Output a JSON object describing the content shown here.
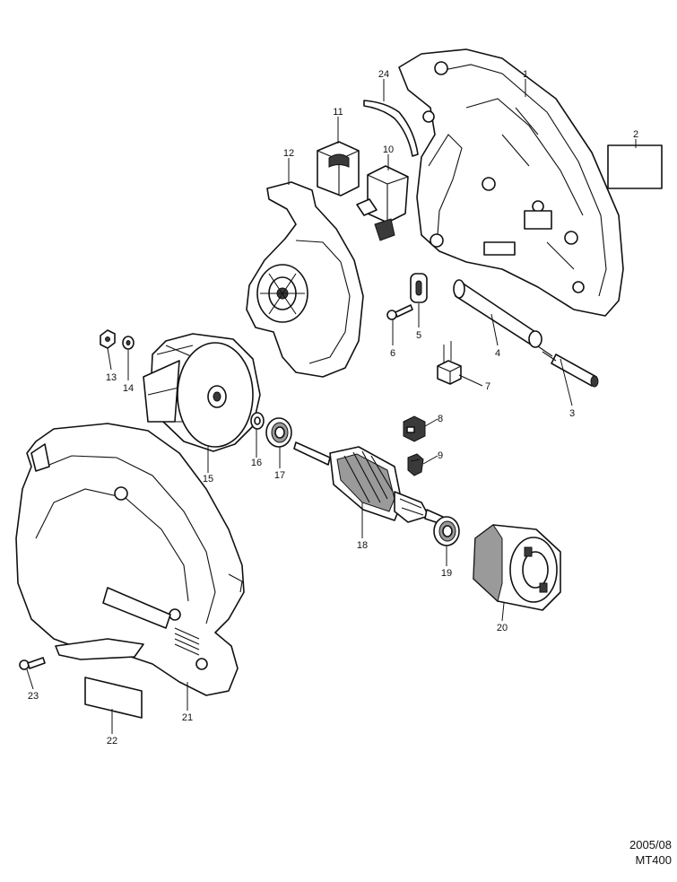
{
  "callouts": {
    "p1": "1",
    "p2": "2",
    "p3": "3",
    "p4": "4",
    "p5": "5",
    "p6": "6",
    "p7": "7",
    "p8": "8",
    "p9": "9",
    "p10": "10",
    "p11": "11",
    "p12": "12",
    "p13": "13",
    "p14": "14",
    "p15": "15",
    "p16": "16",
    "p17": "17",
    "p18": "18",
    "p19": "19",
    "p20": "20",
    "p21": "21",
    "p22": "22",
    "p23": "23",
    "p24": "24"
  },
  "footer": {
    "date": "2005/08",
    "model": "MT400"
  }
}
